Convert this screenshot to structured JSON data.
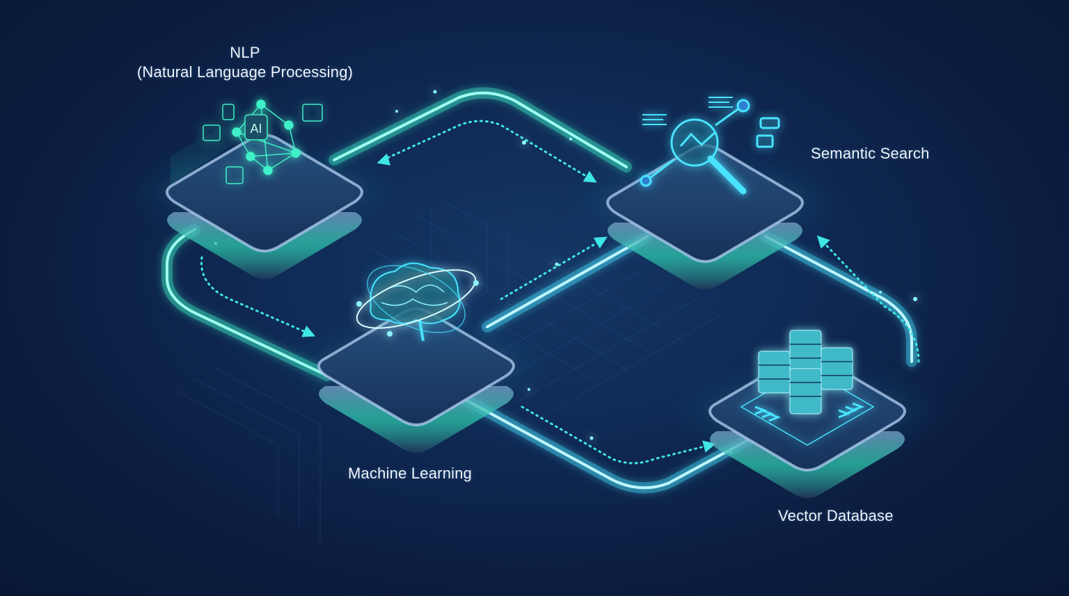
{
  "diagram": {
    "title": "",
    "background_color": "#0b1d3f",
    "accent_colors": {
      "pipeline_green": "#3ff0c8",
      "pipeline_cyan": "#49e3ff",
      "tile_top": "#1d3a64",
      "tile_edge": "#a9c7ea",
      "glow": "#2fe6d0"
    },
    "nodes": [
      {
        "id": "nlp",
        "label_line1": "NLP",
        "label_line2": "(Natural Language Processing)",
        "icon": "ai-neural-network-icon"
      },
      {
        "id": "semantic_search",
        "label_line1": "Semantic Search",
        "icon": "magnifier-graph-icon"
      },
      {
        "id": "machine_learning",
        "label_line1": "Machine Learning",
        "icon": "brain-orbit-icon"
      },
      {
        "id": "vector_database",
        "label_line1": "Vector Database",
        "icon": "server-stack-icon"
      }
    ],
    "edges": [
      {
        "from": "nlp",
        "to": "semantic_search",
        "style": "glowing-pipeline + dotted arrows both directions"
      },
      {
        "from": "nlp",
        "to": "machine_learning",
        "style": "glowing-pipeline + dotted arrow"
      },
      {
        "from": "machine_learning",
        "to": "semantic_search",
        "style": "glowing-pipeline + dotted arrow"
      },
      {
        "from": "machine_learning",
        "to": "vector_database",
        "style": "glowing-pipeline + dotted arrow"
      },
      {
        "from": "vector_database",
        "to": "semantic_search",
        "style": "glowing-pipeline + dotted arrow"
      }
    ]
  }
}
